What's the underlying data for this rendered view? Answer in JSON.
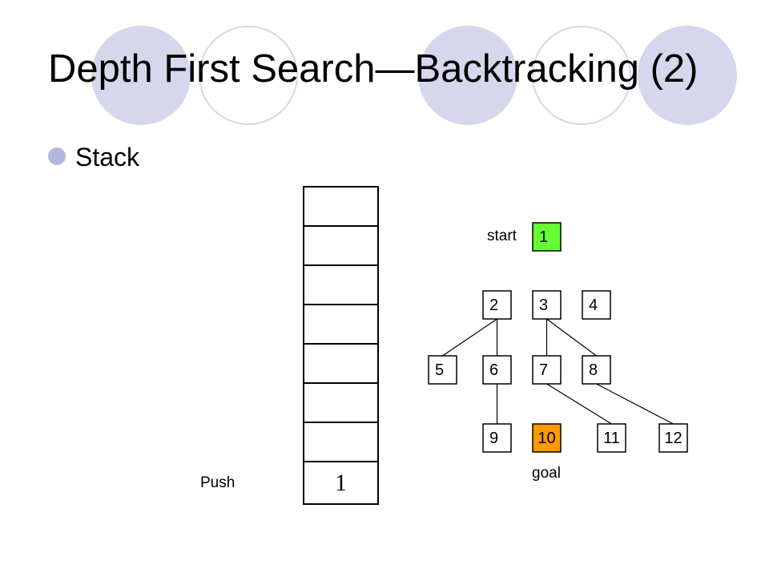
{
  "slide": {
    "title": "Depth First Search—Backtracking (2)",
    "bullet": "Stack",
    "push_label": "Push"
  },
  "stack": {
    "cells": [
      "",
      "",
      "",
      "",
      "",
      "",
      "",
      "1"
    ]
  },
  "tree": {
    "start_label": "start",
    "goal_label": "goal",
    "start_node": "1",
    "goal_node": "10",
    "nodes": [
      "1",
      "2",
      "3",
      "4",
      "5",
      "6",
      "7",
      "8",
      "9",
      "10",
      "11",
      "12"
    ],
    "edges": [
      [
        "2",
        "5"
      ],
      [
        "2",
        "6"
      ],
      [
        "3",
        "7"
      ],
      [
        "3",
        "8"
      ],
      [
        "6",
        "9"
      ],
      [
        "7",
        "11"
      ],
      [
        "8",
        "12"
      ]
    ]
  },
  "colors": {
    "start_fill": "#66ff33",
    "goal_fill": "#ff9900",
    "node_fill": "#ffffff",
    "decoration": "#d6d6ec",
    "bullet": "#b5b5e1"
  }
}
